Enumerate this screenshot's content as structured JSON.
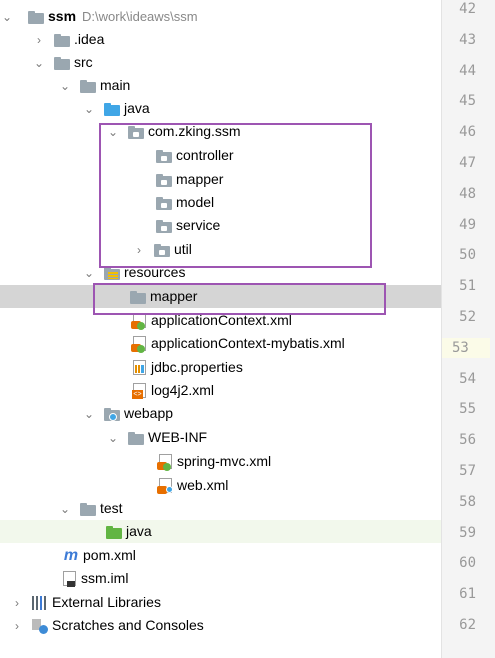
{
  "project_tree": {
    "root": {
      "label": "ssm",
      "path": "D:\\work\\ideaws\\ssm"
    },
    "items": [
      {
        "label": "ssm",
        "path": "D:\\work\\ideaws\\ssm",
        "icon": "folder-module-icon",
        "arrow": "down"
      },
      {
        "label": ".idea",
        "icon": "folder-icon",
        "arrow": "right"
      },
      {
        "label": "src",
        "icon": "folder-icon",
        "arrow": "down"
      },
      {
        "label": "main",
        "icon": "folder-icon",
        "arrow": "down"
      },
      {
        "label": "java",
        "icon": "source-folder-icon",
        "arrow": "down"
      },
      {
        "label": "com.zking.ssm",
        "icon": "package-icon",
        "arrow": "down"
      },
      {
        "label": "controller",
        "icon": "package-icon"
      },
      {
        "label": "mapper",
        "icon": "package-icon"
      },
      {
        "label": "model",
        "icon": "package-icon"
      },
      {
        "label": "service",
        "icon": "package-icon"
      },
      {
        "label": "util",
        "icon": "package-icon",
        "arrow": "right"
      },
      {
        "label": "resources",
        "icon": "resources-folder-icon",
        "arrow": "down"
      },
      {
        "label": "mapper",
        "icon": "folder-icon",
        "selected": true
      },
      {
        "label": "applicationContext.xml",
        "icon": "spring-xml-icon"
      },
      {
        "label": "applicationContext-mybatis.xml",
        "icon": "spring-xml-icon"
      },
      {
        "label": "jdbc.properties",
        "icon": "properties-file-icon"
      },
      {
        "label": "log4j2.xml",
        "icon": "xml-file-icon"
      },
      {
        "label": "webapp",
        "icon": "web-folder-icon",
        "arrow": "down"
      },
      {
        "label": "WEB-INF",
        "icon": "folder-icon",
        "arrow": "down"
      },
      {
        "label": "spring-mvc.xml",
        "icon": "spring-xml-icon"
      },
      {
        "label": "web.xml",
        "icon": "web-xml-icon"
      },
      {
        "label": "test",
        "icon": "folder-icon",
        "arrow": "down"
      },
      {
        "label": "java",
        "icon": "test-source-folder-icon",
        "highlighted": true
      },
      {
        "label": "pom.xml",
        "icon": "maven-icon"
      },
      {
        "label": "ssm.iml",
        "icon": "iml-file-icon"
      },
      {
        "label": "External Libraries",
        "icon": "libraries-icon",
        "arrow": "right"
      },
      {
        "label": "Scratches and Consoles",
        "icon": "scratches-icon",
        "arrow": "right"
      }
    ]
  },
  "gutter": {
    "line_numbers": [
      "42",
      "43",
      "44",
      "45",
      "46",
      "47",
      "48",
      "49",
      "50",
      "51",
      "52",
      "53",
      "54",
      "55",
      "56",
      "57",
      "58",
      "59",
      "60",
      "61",
      "62"
    ],
    "current_line": "53"
  },
  "colors": {
    "annotation_box": "#9d55b2",
    "selection": "#d5d5d5",
    "highlight_row": "#f2f8ec"
  }
}
